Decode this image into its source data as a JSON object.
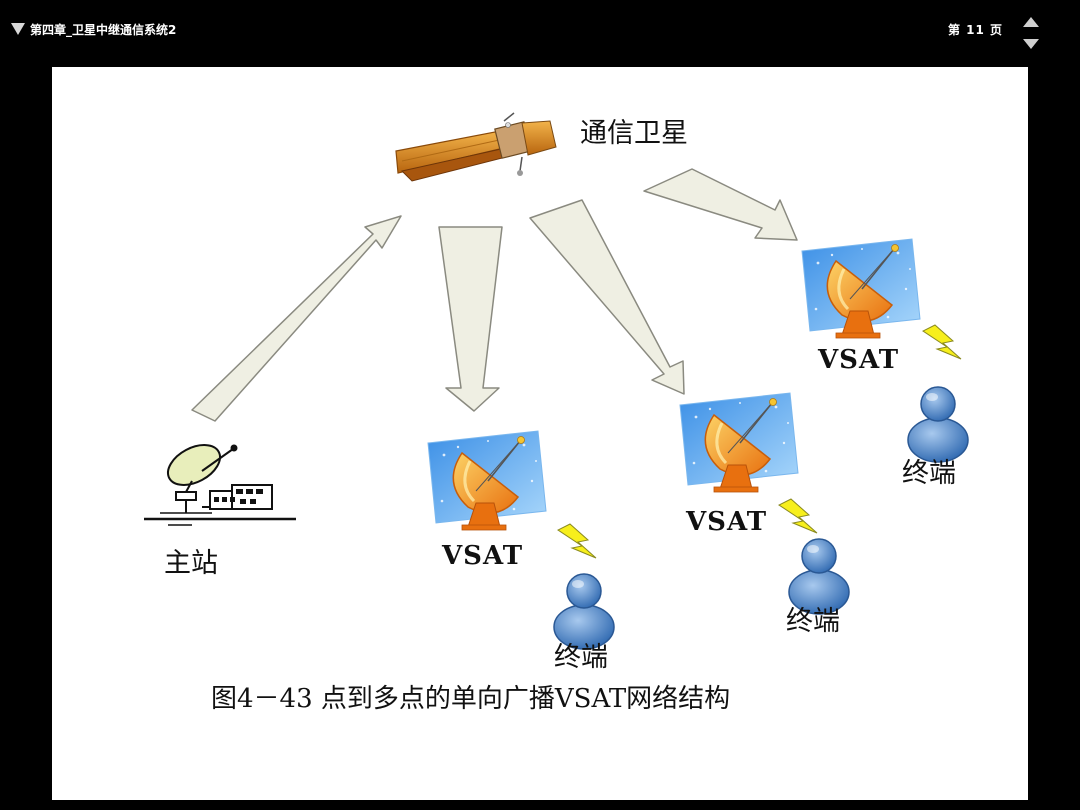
{
  "header": {
    "title": "第四章_卫星中继通信系统2",
    "page_label": "第 11 页"
  },
  "diagram": {
    "satellite_label": "通信卫星",
    "hub_label": "主站",
    "vsat_label": "VSAT",
    "terminal_label": "终端",
    "caption": "图4－43  点到多点的单向广播VSAT网络结构"
  },
  "colors": {
    "arrow_fill": "#efefe3",
    "arrow_stroke": "#8a8a80",
    "dish_orange": "#f08a1c",
    "panel_blue": "#5aa8ee",
    "person_blue": "#3a78c0",
    "bolt_yellow": "#f5ee20",
    "satellite_gold": "#d9861e"
  },
  "icons": [
    "menu-triangle-icon",
    "arrow-up-icon",
    "arrow-down-icon",
    "satellite-icon",
    "hub-station-icon",
    "vsat-dish-icon",
    "lightning-icon",
    "terminal-user-icon"
  ]
}
